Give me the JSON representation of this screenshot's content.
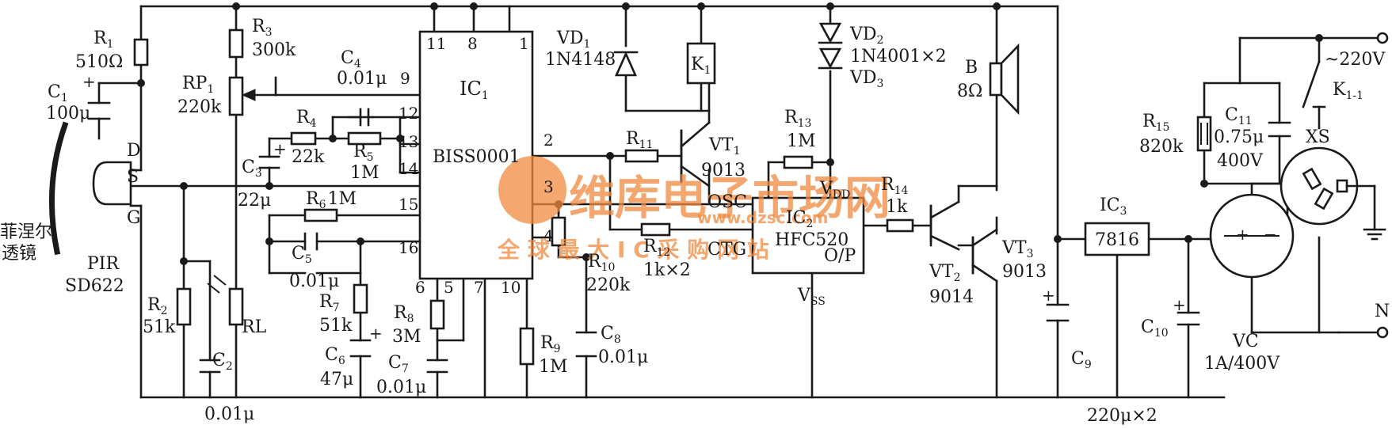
{
  "components": {
    "R1": {
      "ref": "R",
      "sub": "1",
      "value": "510Ω"
    },
    "C1": {
      "ref": "C",
      "sub": "1",
      "value": "100μ"
    },
    "R3": {
      "ref": "R",
      "sub": "3",
      "value": "300k"
    },
    "RP1": {
      "ref": "RP",
      "sub": "1",
      "value": "220k"
    },
    "C4": {
      "ref": "C",
      "sub": "4",
      "value": "0.01μ"
    },
    "R4": {
      "ref": "R",
      "sub": "4",
      "value": "22k"
    },
    "R5": {
      "ref": "R",
      "sub": "5",
      "value": "1M"
    },
    "C3": {
      "ref": "C",
      "sub": "3",
      "value": "22μ"
    },
    "R6": {
      "ref": "R",
      "sub": "6",
      "value": "1M"
    },
    "C5": {
      "ref": "C",
      "sub": "5",
      "value": "0.01μ"
    },
    "R7": {
      "ref": "R",
      "sub": "7",
      "value": "51k"
    },
    "C6": {
      "ref": "C",
      "sub": "6",
      "value": "47μ"
    },
    "R8": {
      "ref": "R",
      "sub": "8",
      "value": "3M"
    },
    "C7": {
      "ref": "C",
      "sub": "7",
      "value": "0.01μ"
    },
    "R9": {
      "ref": "R",
      "sub": "9",
      "value": "1M"
    },
    "R2": {
      "ref": "R",
      "sub": "2",
      "value": "51k"
    },
    "C2": {
      "ref": "C",
      "sub": "2",
      "value": "0.01μ"
    },
    "RL": {
      "ref": "RL"
    },
    "VD1": {
      "ref": "VD",
      "sub": "1",
      "value": "1N4148"
    },
    "K1": {
      "ref": "K",
      "sub": "1"
    },
    "R11": {
      "ref": "R",
      "sub": "11"
    },
    "VT1": {
      "ref": "VT",
      "sub": "1",
      "value": "9013"
    },
    "R10": {
      "ref": "R",
      "sub": "10",
      "value": "220k"
    },
    "R12": {
      "ref": "R",
      "sub": "12",
      "value": "1k×2"
    },
    "C8": {
      "ref": "C",
      "sub": "8",
      "value": "0.01μ"
    },
    "VD2": {
      "ref": "VD",
      "sub": "2",
      "value": "1N4001×2"
    },
    "VD3": {
      "ref": "VD",
      "sub": "3"
    },
    "R13": {
      "ref": "R",
      "sub": "13",
      "value": "1M"
    },
    "R14": {
      "ref": "R",
      "sub": "14",
      "value": "1k"
    },
    "B": {
      "ref": "B",
      "value": "8Ω"
    },
    "VT2": {
      "ref": "VT",
      "sub": "2",
      "value": "9014"
    },
    "VT3": {
      "ref": "VT",
      "sub": "3",
      "value": "9013"
    },
    "C9": {
      "ref": "C",
      "sub": "9"
    },
    "C10": {
      "ref": "C",
      "sub": "10"
    },
    "cap_pair": {
      "value": "220μ×2"
    },
    "IC3": {
      "ref": "IC",
      "sub": "3",
      "value": "7816"
    },
    "R15": {
      "ref": "R",
      "sub": "15",
      "value": "820k"
    },
    "C11": {
      "ref": "C",
      "sub": "11",
      "value": "0.75μ",
      "rating": "400V"
    },
    "VC": {
      "ref": "VC",
      "value": "1A/400V"
    },
    "K1_1": {
      "ref": "K",
      "sub": "1-1"
    },
    "XS": {
      "ref": "XS"
    },
    "mains": {
      "label": "~220V",
      "neutral": "N"
    }
  },
  "ic1": {
    "ref": "IC",
    "sub": "1",
    "part": "BISS0001",
    "pins": [
      "11",
      "8",
      "1",
      "9",
      "12",
      "13",
      "14",
      "15",
      "16",
      "2",
      "3",
      "4",
      "6",
      "5",
      "7",
      "10"
    ]
  },
  "ic2": {
    "ref": "IC",
    "sub": "2",
    "part": "HFC520",
    "pins": {
      "vdd": "V",
      "vdd_sub": "DD",
      "osc": "OSC",
      "ctg": "CTG",
      "op": "O/P",
      "vss": "V",
      "vss_sub": "SS"
    }
  },
  "sensor": {
    "lens": "菲涅尔",
    "lens2": "透镜",
    "model": "PIR",
    "part": "SD622",
    "pins": {
      "d": "D",
      "s": "S",
      "g": "G"
    }
  },
  "watermark": {
    "name": "维库电子市场网",
    "url": "www.dzsc.com",
    "slogan": "全 球 最 大 I C 采 购 网 站"
  },
  "colors": {
    "line": "#1a1a1a",
    "watermark": "#f08a3e"
  }
}
